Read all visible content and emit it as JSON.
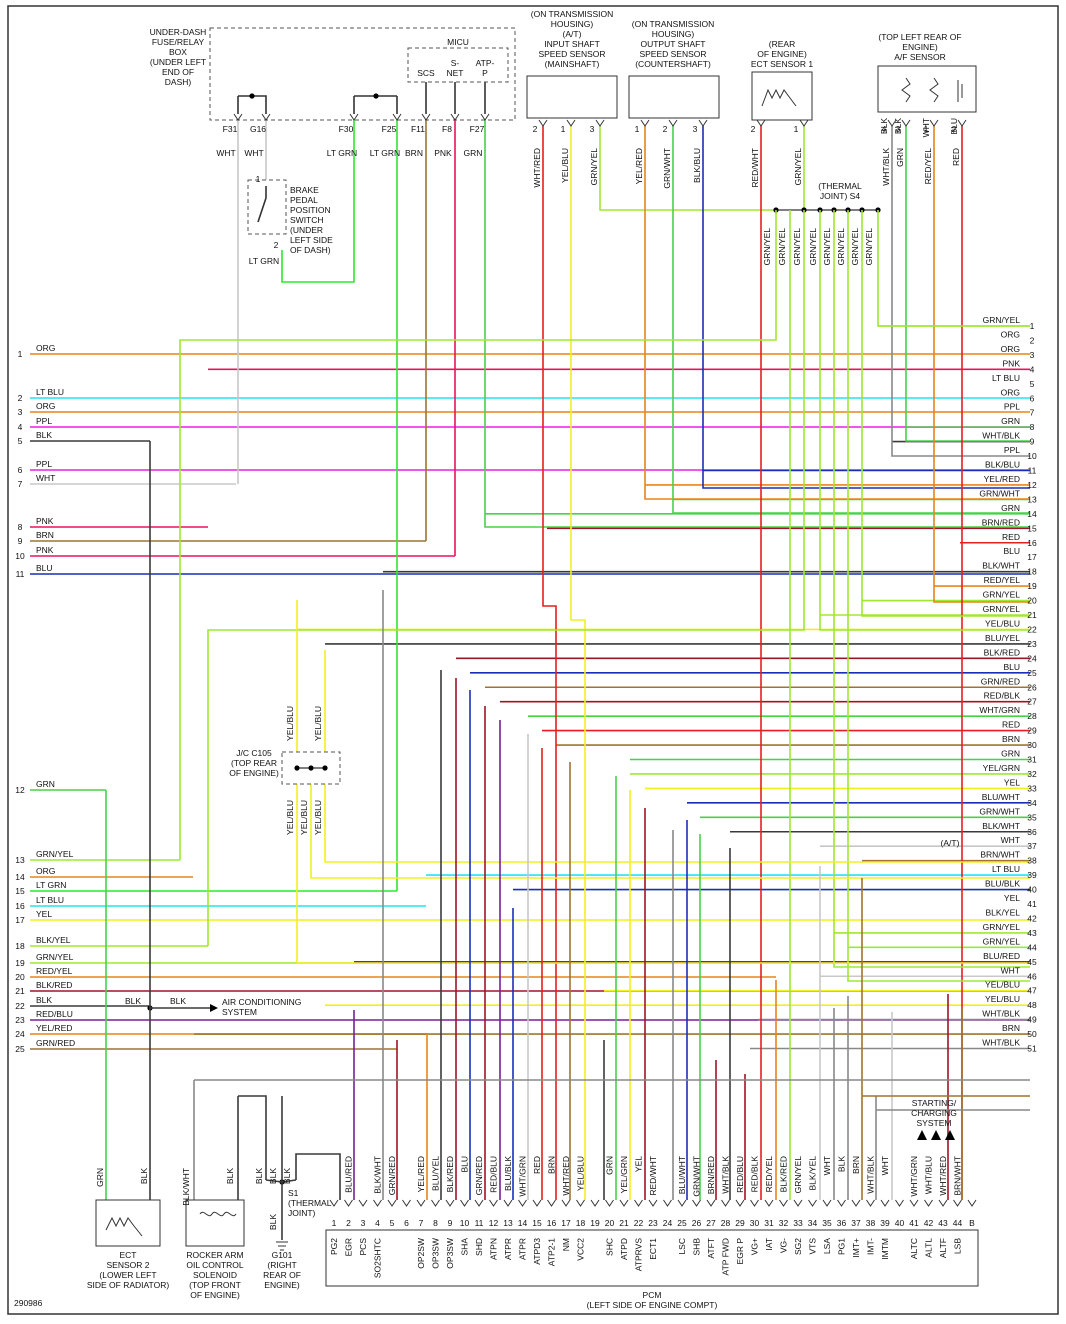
{
  "diagram_id": "290986",
  "components": {
    "fuse_box": [
      "UNDER-DASH",
      "FUSE/RELAY",
      "BOX",
      "(UNDER LEFT",
      "END OF",
      "DASH)"
    ],
    "fuse_pins": [
      "F31",
      "G16",
      "F30",
      "F25",
      "F11",
      "F8",
      "F27"
    ],
    "fuse_wires": [
      "WHT",
      "WHT",
      "LT GRN",
      "LT GRN",
      "BRN",
      "PNK",
      "GRN"
    ],
    "micu": "MICU",
    "micu_pins": [
      "SCS",
      "S-\nNET",
      "ATP-\nP"
    ],
    "brake_switch": [
      "BRAKE",
      "PEDAL",
      "POSITION",
      "SWITCH",
      "(UNDER",
      "LEFT SIDE",
      "OF DASH)"
    ],
    "brake_wire": "LT GRN",
    "input_sensor": [
      "(ON TRANSMISSION",
      "HOUSING)",
      "(A/T)",
      "INPUT SHAFT",
      "SPEED SENSOR",
      "(MAINSHAFT)"
    ],
    "output_sensor": [
      "(ON TRANSMISSION",
      "HOUSING)",
      "OUTPUT SHAFT",
      "SPEED SENSOR",
      "(COUNTERSHAFT)"
    ],
    "ect1": [
      "(REAR",
      "OF ENGINE)",
      "ECT SENSOR 1"
    ],
    "af_sensor": [
      "(TOP LEFT REAR OF",
      "ENGINE)",
      "A/F SENSOR"
    ],
    "thermal_s4": [
      "(THERMAL",
      "JOINT) S4"
    ],
    "sensor_wires": [
      "WHT/RED",
      "YEL/BLU",
      "GRN/YEL",
      "YEL/RED",
      "GRN/WHT",
      "BLK/BLU",
      "RED/WHT",
      "GRN/YEL",
      "WHT/BLK",
      "GRN",
      "RED/YEL",
      "RED",
      "BLK",
      "BLK",
      "WHT",
      "BLU"
    ],
    "jc_c105": [
      "J/C C105",
      "(TOP REAR",
      "OF ENGINE)"
    ],
    "jc_wire": "YEL/BLU",
    "ac_system": [
      "AIR CONDITIONING",
      "SYSTEM"
    ],
    "blk": "BLK",
    "starting": [
      "STARTING/",
      "CHARGING",
      "SYSTEM"
    ],
    "at_label": "(A/T)",
    "ect2": [
      "ECT",
      "SENSOR 2",
      "(LOWER LEFT",
      "SIDE OF RADIATOR)"
    ],
    "rocker": [
      "ROCKER ARM",
      "OIL CONTROL",
      "SOLENOID",
      "(TOP FRONT",
      "OF ENGINE)"
    ],
    "g101": [
      "G101",
      "(RIGHT",
      "REAR OF",
      "ENGINE)"
    ],
    "s1": [
      "S1",
      "(THERMAL",
      "JOINT)"
    ],
    "pcm": [
      "PCM",
      "(LEFT SIDE OF ENGINE COMPT)"
    ],
    "left_wires": [
      [
        "1",
        "ORG"
      ],
      [
        "2",
        "LT BLU"
      ],
      [
        "3",
        "ORG"
      ],
      [
        "4",
        "PPL"
      ],
      [
        "5",
        "BLK"
      ],
      [
        "6",
        "PPL"
      ],
      [
        "7",
        "WHT"
      ],
      [
        "8",
        "PNK"
      ],
      [
        "9",
        "BRN"
      ],
      [
        "10",
        "PNK"
      ],
      [
        "11",
        "BLU"
      ],
      [
        "12",
        "GRN"
      ],
      [
        "13",
        "GRN/YEL"
      ],
      [
        "14",
        "ORG"
      ],
      [
        "15",
        "LT GRN"
      ],
      [
        "16",
        "LT BLU"
      ],
      [
        "17",
        "YEL"
      ],
      [
        "18",
        "BLK/YEL"
      ],
      [
        "19",
        "GRN/YEL"
      ],
      [
        "20",
        "RED/YEL"
      ],
      [
        "21",
        "BLK/RED"
      ],
      [
        "22",
        "BLK"
      ],
      [
        "23",
        "RED/BLU"
      ],
      [
        "24",
        "YEL/RED"
      ],
      [
        "25",
        "GRN/RED"
      ]
    ],
    "right_wires": [
      [
        "1",
        "GRN/YEL"
      ],
      [
        "2",
        "ORG"
      ],
      [
        "3",
        "ORG"
      ],
      [
        "4",
        "PNK"
      ],
      [
        "5",
        "LT BLU"
      ],
      [
        "6",
        "ORG"
      ],
      [
        "7",
        "PPL"
      ],
      [
        "8",
        "GRN"
      ],
      [
        "9",
        "WHT/BLK"
      ],
      [
        "10",
        "PPL"
      ],
      [
        "11",
        "BLK/BLU"
      ],
      [
        "12",
        "YEL/RED"
      ],
      [
        "13",
        "GRN/WHT"
      ],
      [
        "14",
        "GRN"
      ],
      [
        "15",
        "BRN/RED"
      ],
      [
        "16",
        "RED"
      ],
      [
        "17",
        "BLU"
      ],
      [
        "18",
        "BLK/WHT"
      ],
      [
        "19",
        "RED/YEL"
      ],
      [
        "20",
        "GRN/YEL"
      ],
      [
        "21",
        "GRN/YEL"
      ],
      [
        "22",
        "YEL/BLU"
      ],
      [
        "23",
        "BLU/YEL"
      ],
      [
        "24",
        "BLK/RED"
      ],
      [
        "25",
        "BLU"
      ],
      [
        "26",
        "GRN/RED"
      ],
      [
        "27",
        "RED/BLK"
      ],
      [
        "28",
        "WHT/GRN"
      ],
      [
        "29",
        "RED"
      ],
      [
        "30",
        "BRN"
      ],
      [
        "31",
        "GRN"
      ],
      [
        "32",
        "YEL/GRN"
      ],
      [
        "33",
        "YEL"
      ],
      [
        "34",
        "BLU/WHT"
      ],
      [
        "35",
        "GRN/WHT"
      ],
      [
        "36",
        "BLK/WHT"
      ],
      [
        "37",
        "WHT"
      ],
      [
        "38",
        "BRN/WHT"
      ],
      [
        "39",
        "LT BLU"
      ],
      [
        "40",
        "BLU/BLK"
      ],
      [
        "41",
        "YEL"
      ],
      [
        "42",
        "BLK/YEL"
      ],
      [
        "43",
        "GRN/YEL"
      ],
      [
        "44",
        "GRN/YEL"
      ],
      [
        "45",
        "BLU/RED"
      ],
      [
        "46",
        "WHT"
      ],
      [
        "47",
        "YEL/BLU"
      ],
      [
        "48",
        "YEL/BLU"
      ],
      [
        "49",
        "WHT/BLK"
      ],
      [
        "50",
        "BRN"
      ],
      [
        "51",
        "WHT/BLK"
      ]
    ],
    "pcm_pins": [
      [
        "1",
        "PG2"
      ],
      [
        "2",
        "EGR"
      ],
      [
        "3",
        "PCS"
      ],
      [
        "4",
        "SO2SHTC"
      ],
      [
        "5",
        ""
      ],
      [
        "6",
        ""
      ],
      [
        "7",
        "OP2SW"
      ],
      [
        "8",
        "OP3SW"
      ],
      [
        "9",
        "OP3SW"
      ],
      [
        "10",
        "SHA"
      ],
      [
        "11",
        "SHD"
      ],
      [
        "12",
        "ATPN"
      ],
      [
        "13",
        "ATPR"
      ],
      [
        "14",
        "ATPR"
      ],
      [
        "15",
        "ATPD3"
      ],
      [
        "16",
        "ATP2-1"
      ],
      [
        "17",
        "NM"
      ],
      [
        "18",
        "VCC2"
      ],
      [
        "19",
        ""
      ],
      [
        "20",
        "SHC"
      ],
      [
        "21",
        "ATPD"
      ],
      [
        "22",
        "ATPRVS"
      ],
      [
        "23",
        "ECT1"
      ],
      [
        "24",
        ""
      ],
      [
        "25",
        "LSC"
      ],
      [
        "26",
        "SHB"
      ],
      [
        "27",
        "ATFT"
      ],
      [
        "28",
        "ATP FWD"
      ],
      [
        "29",
        "EGR P"
      ],
      [
        "30",
        "VG+"
      ],
      [
        "31",
        "IAT"
      ],
      [
        "32",
        "VG-"
      ],
      [
        "33",
        "SG2"
      ],
      [
        "34",
        "VTS"
      ],
      [
        "35",
        "LSA"
      ],
      [
        "36",
        "PG1"
      ],
      [
        "37",
        "IMT+"
      ],
      [
        "38",
        "IMT-"
      ],
      [
        "39",
        "IMTM"
      ],
      [
        "40",
        ""
      ],
      [
        "41",
        "ALTC"
      ],
      [
        "42",
        "ALTL"
      ],
      [
        "43",
        "ALTF"
      ],
      [
        "44",
        "LSB"
      ],
      [
        "B",
        ""
      ]
    ],
    "pcm_wires": [
      "BLU/RED",
      "",
      "BLK/WHT",
      "GRN/RED",
      "",
      "YEL/RED",
      "BLU/YEL",
      "BLK/RED",
      "BLU",
      "GRN/RED",
      "RED/BLU",
      "BLU/BLK",
      "WHT/GRN",
      "RED",
      "BRN",
      "WHT/RED",
      "YEL/BLU",
      "",
      "GRN",
      "YEL/GRN",
      "YEL",
      "RED/WHT",
      "",
      "BLU/WHT",
      "GRN/WHT",
      "BRN/RED",
      "WHT/BLK",
      "RED/BLU",
      "RED/BLK",
      "RED/YEL",
      "BLK/RED",
      "GRN/YEL",
      "BLK/YEL",
      "WHT",
      "BLK",
      "BRN",
      "WHT/BLK",
      "WHT",
      "",
      "WHT/GRN",
      "WHT/BLU",
      "WHT/RED",
      "BRN/WHT"
    ],
    "bottom_wires": [
      "GRN",
      "BLK",
      "BLK/WHT",
      "BLK",
      "BLK",
      "BLK",
      "BLK"
    ]
  },
  "colors": {
    "ORG": "#e8841c",
    "LT BLU": "#22e4ee",
    "PPL": "#e81ee8",
    "BLK": "#3a3a3a",
    "WHT": "#c8c8c8",
    "PNK": "#e8145a",
    "BRN": "#a0742e",
    "BLU": "#1a2eb8",
    "GRN": "#46d246",
    "GRN/YEL": "#9ee830",
    "LT GRN": "#2ee82e",
    "YEL": "#f0f01e",
    "RED": "#e81e1e",
    "GRAY": "#888888",
    "PURPLE": "#7a1e9a",
    "DKRED": "#a01428"
  }
}
